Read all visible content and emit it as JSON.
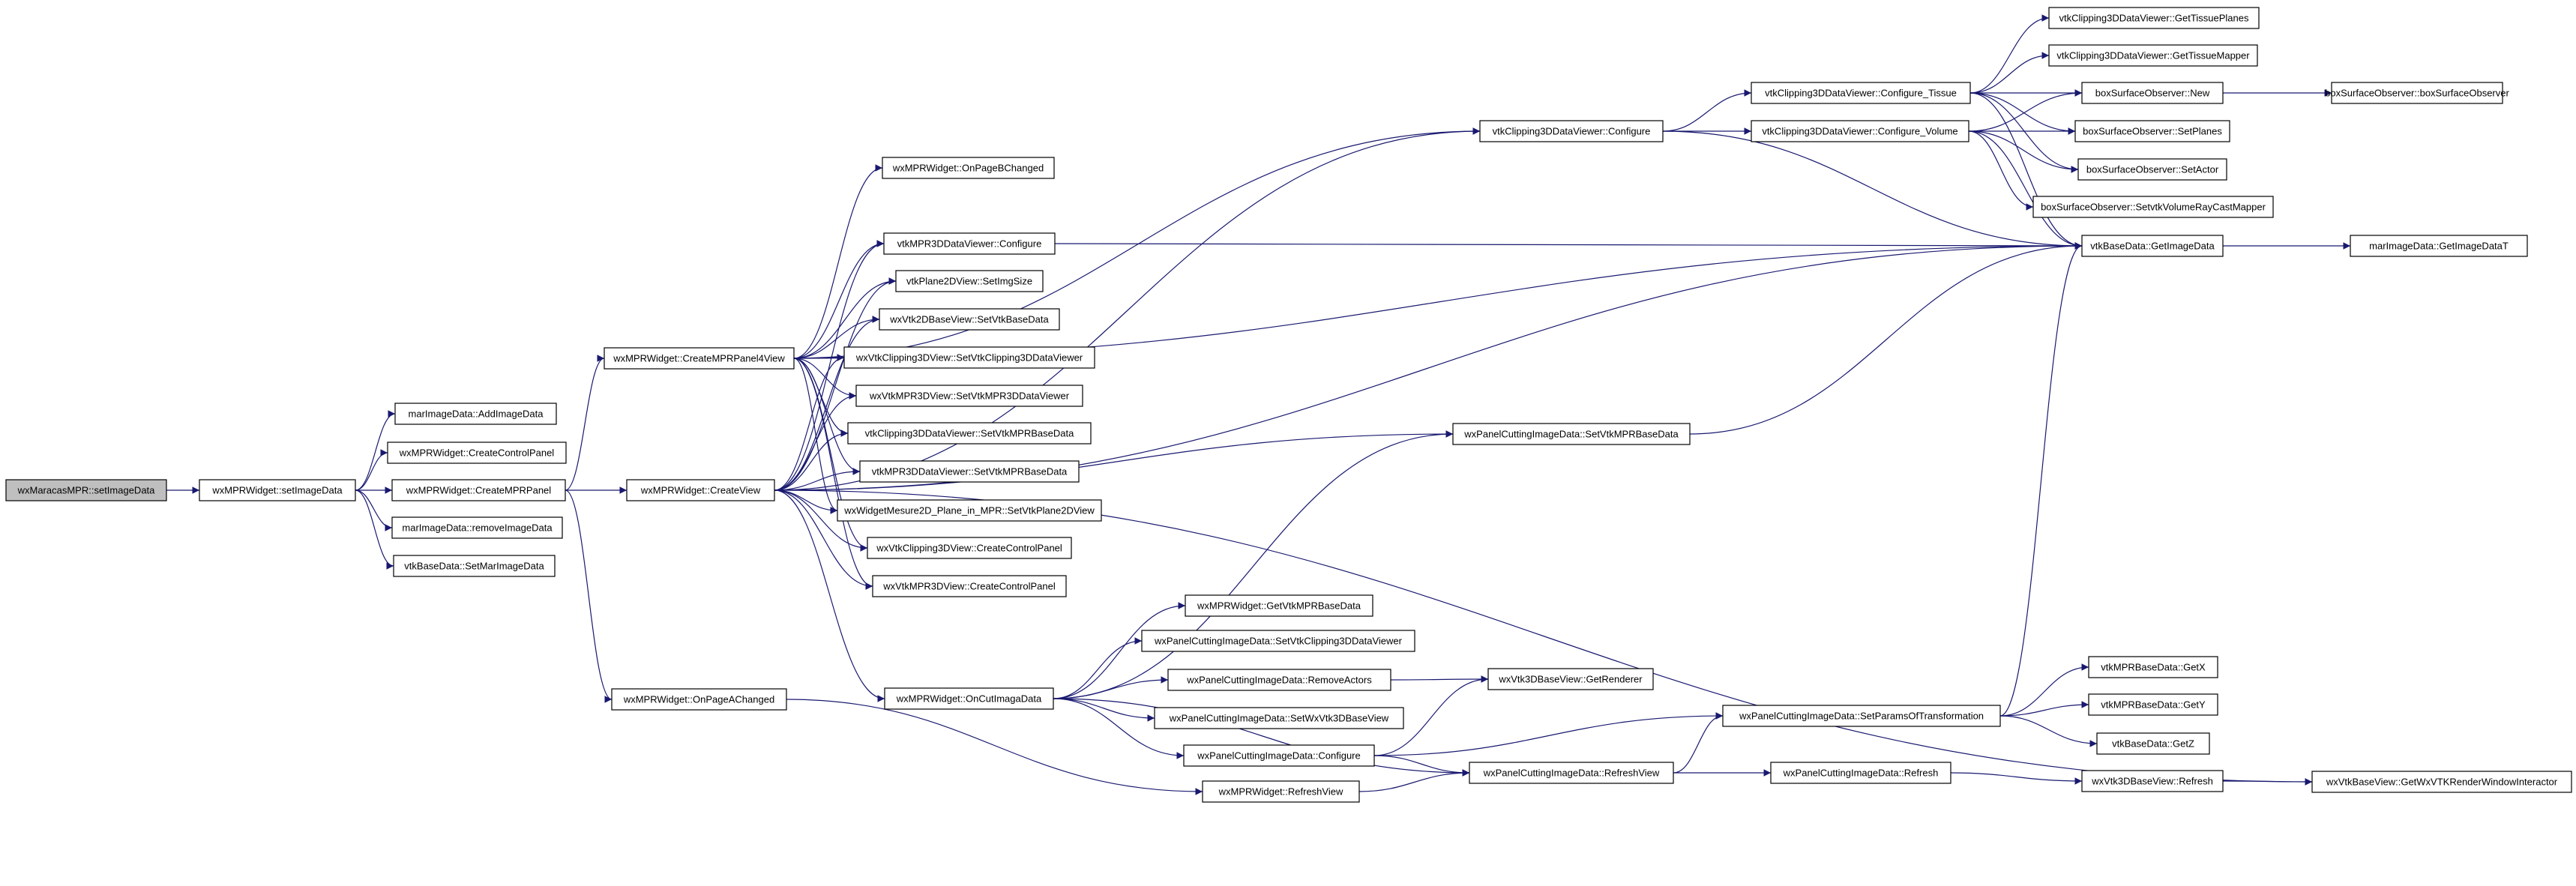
{
  "diagram": {
    "type": "call-graph",
    "colors": {
      "edge": "#191970",
      "node_border": "#000000",
      "root_fill": "#bfbfbf",
      "node_fill": "#ffffff"
    },
    "nodes": [
      {
        "id": "n0",
        "label": "wxMaracasMPR::setImageData",
        "root": true
      },
      {
        "id": "n1",
        "label": "wxMPRWidget::setImageData"
      },
      {
        "id": "n2",
        "label": "marImageData::AddImageData"
      },
      {
        "id": "n3",
        "label": "wxMPRWidget::CreateControlPanel"
      },
      {
        "id": "n4",
        "label": "wxMPRWidget::CreateMPRPanel"
      },
      {
        "id": "n5",
        "label": "marImageData::removeImageData"
      },
      {
        "id": "n6",
        "label": "vtkBaseData::SetMarImageData"
      },
      {
        "id": "n7",
        "label": "wxMPRWidget::CreateMPRPanel4View"
      },
      {
        "id": "n8",
        "label": "wxMPRWidget::CreateView"
      },
      {
        "id": "n9",
        "label": "wxMPRWidget::OnPageAChanged"
      },
      {
        "id": "n10",
        "label": "wxMPRWidget::OnPageBChanged"
      },
      {
        "id": "n11",
        "label": "vtkMPR3DDataViewer::Configure"
      },
      {
        "id": "n12",
        "label": "vtkPlane2DView::SetImgSize"
      },
      {
        "id": "n13",
        "label": "wxVtk2DBaseView::SetVtkBaseData"
      },
      {
        "id": "n14",
        "label": "wxVtkClipping3DView::SetVtkClipping3DDataViewer"
      },
      {
        "id": "n15",
        "label": "wxVtkMPR3DView::SetVtkMPR3DDataViewer"
      },
      {
        "id": "n16",
        "label": "vtkClipping3DDataViewer::SetVtkMPRBaseData"
      },
      {
        "id": "n17",
        "label": "vtkMPR3DDataViewer::SetVtkMPRBaseData"
      },
      {
        "id": "n18",
        "label": "wxWidgetMesure2D_Plane_in_MPR::SetVtkPlane2DView"
      },
      {
        "id": "n19",
        "label": "wxVtkClipping3DView::CreateControlPanel"
      },
      {
        "id": "n20",
        "label": "wxVtkMPR3DView::CreateControlPanel"
      },
      {
        "id": "n21",
        "label": "wxMPRWidget::OnCutImagaData"
      },
      {
        "id": "n22",
        "label": "wxMPRWidget::RefreshView"
      },
      {
        "id": "n23",
        "label": "vtkClipping3DDataViewer::Configure"
      },
      {
        "id": "n24",
        "label": "wxPanelCuttingImageData::SetVtkMPRBaseData"
      },
      {
        "id": "n25",
        "label": "wxMPRWidget::GetVtkMPRBaseData"
      },
      {
        "id": "n26",
        "label": "wxPanelCuttingImageData::SetVtkClipping3DDataViewer"
      },
      {
        "id": "n27",
        "label": "wxPanelCuttingImageData::RemoveActors"
      },
      {
        "id": "n28",
        "label": "wxPanelCuttingImageData::SetWxVtk3DBaseView"
      },
      {
        "id": "n29",
        "label": "wxPanelCuttingImageData::Configure"
      },
      {
        "id": "n30",
        "label": "wxPanelCuttingImageData::RefreshView"
      },
      {
        "id": "n31",
        "label": "wxVtk3DBaseView::GetRenderer"
      },
      {
        "id": "n32",
        "label": "vtkClipping3DDataViewer::Configure_Tissue"
      },
      {
        "id": "n33",
        "label": "vtkClipping3DDataViewer::Configure_Volume"
      },
      {
        "id": "n34",
        "label": "wxPanelCuttingImageData::SetParamsOfTransformation"
      },
      {
        "id": "n35",
        "label": "wxPanelCuttingImageData::Refresh"
      },
      {
        "id": "n36",
        "label": "vtkClipping3DDataViewer::GetTissuePlanes"
      },
      {
        "id": "n37",
        "label": "vtkClipping3DDataViewer::GetTissueMapper"
      },
      {
        "id": "n38",
        "label": "boxSurfaceObserver::New"
      },
      {
        "id": "n39",
        "label": "boxSurfaceObserver::SetPlanes"
      },
      {
        "id": "n40",
        "label": "boxSurfaceObserver::SetActor"
      },
      {
        "id": "n41",
        "label": "boxSurfaceObserver::SetvtkVolumeRayCastMapper"
      },
      {
        "id": "n42",
        "label": "vtkBaseData::GetImageData"
      },
      {
        "id": "n43",
        "label": "vtkMPRBaseData::GetX"
      },
      {
        "id": "n44",
        "label": "vtkMPRBaseData::GetY"
      },
      {
        "id": "n45",
        "label": "vtkBaseData::GetZ"
      },
      {
        "id": "n46",
        "label": "wxVtk3DBaseView::Refresh"
      },
      {
        "id": "n47",
        "label": "boxSurfaceObserver::boxSurfaceObserver"
      },
      {
        "id": "n48",
        "label": "marImageData::GetImageDataT"
      },
      {
        "id": "n49",
        "label": "wxVtkBaseView::GetWxVTKRenderWindowInteractor"
      }
    ],
    "edges": [
      [
        "n0",
        "n1"
      ],
      [
        "n1",
        "n2"
      ],
      [
        "n1",
        "n3"
      ],
      [
        "n1",
        "n4"
      ],
      [
        "n1",
        "n5"
      ],
      [
        "n1",
        "n6"
      ],
      [
        "n4",
        "n7"
      ],
      [
        "n4",
        "n8"
      ],
      [
        "n4",
        "n9"
      ],
      [
        "n7",
        "n10"
      ],
      [
        "n7",
        "n11"
      ],
      [
        "n7",
        "n12"
      ],
      [
        "n7",
        "n13"
      ],
      [
        "n7",
        "n14"
      ],
      [
        "n7",
        "n15"
      ],
      [
        "n7",
        "n16"
      ],
      [
        "n7",
        "n17"
      ],
      [
        "n7",
        "n18"
      ],
      [
        "n7",
        "n19"
      ],
      [
        "n7",
        "n20"
      ],
      [
        "n7",
        "n23"
      ],
      [
        "n7",
        "n42"
      ],
      [
        "n8",
        "n11"
      ],
      [
        "n8",
        "n12"
      ],
      [
        "n8",
        "n13"
      ],
      [
        "n8",
        "n14"
      ],
      [
        "n8",
        "n15"
      ],
      [
        "n8",
        "n16"
      ],
      [
        "n8",
        "n17"
      ],
      [
        "n8",
        "n18"
      ],
      [
        "n8",
        "n19"
      ],
      [
        "n8",
        "n20"
      ],
      [
        "n8",
        "n21"
      ],
      [
        "n8",
        "n23"
      ],
      [
        "n8",
        "n24"
      ],
      [
        "n8",
        "n49"
      ],
      [
        "n8",
        "n42"
      ],
      [
        "n9",
        "n22"
      ],
      [
        "n21",
        "n25"
      ],
      [
        "n21",
        "n26"
      ],
      [
        "n21",
        "n27"
      ],
      [
        "n21",
        "n28"
      ],
      [
        "n21",
        "n29"
      ],
      [
        "n21",
        "n30"
      ],
      [
        "n21",
        "n24"
      ],
      [
        "n22",
        "n30"
      ],
      [
        "n11",
        "n42"
      ],
      [
        "n23",
        "n32"
      ],
      [
        "n23",
        "n33"
      ],
      [
        "n23",
        "n42"
      ],
      [
        "n24",
        "n42"
      ],
      [
        "n27",
        "n31"
      ],
      [
        "n29",
        "n31"
      ],
      [
        "n29",
        "n34"
      ],
      [
        "n29",
        "n30"
      ],
      [
        "n30",
        "n34"
      ],
      [
        "n30",
        "n35"
      ],
      [
        "n32",
        "n36"
      ],
      [
        "n32",
        "n37"
      ],
      [
        "n32",
        "n38"
      ],
      [
        "n32",
        "n39"
      ],
      [
        "n32",
        "n40"
      ],
      [
        "n32",
        "n42"
      ],
      [
        "n33",
        "n38"
      ],
      [
        "n33",
        "n39"
      ],
      [
        "n33",
        "n40"
      ],
      [
        "n33",
        "n41"
      ],
      [
        "n33",
        "n42"
      ],
      [
        "n34",
        "n42"
      ],
      [
        "n34",
        "n43"
      ],
      [
        "n34",
        "n44"
      ],
      [
        "n34",
        "n45"
      ],
      [
        "n35",
        "n46"
      ],
      [
        "n38",
        "n47"
      ],
      [
        "n42",
        "n48"
      ],
      [
        "n46",
        "n49"
      ]
    ]
  }
}
